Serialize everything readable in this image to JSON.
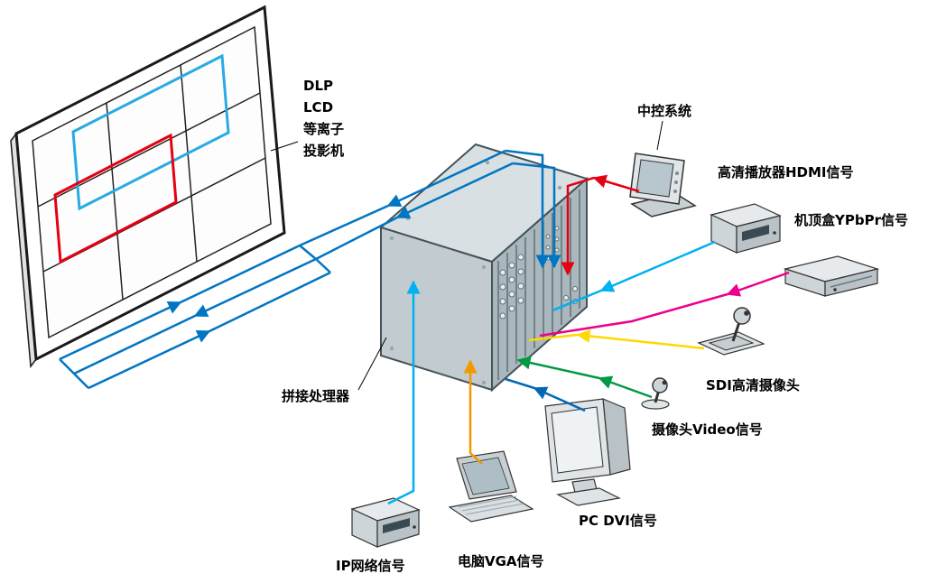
{
  "diagram": {
    "wall": {
      "label_lines": [
        "DLP",
        "LCD",
        "等离子",
        "投影机"
      ]
    },
    "processor": {
      "label": "拼接处理器"
    },
    "devices": {
      "control": {
        "label": "中控系统"
      },
      "hd_player": {
        "label": "高清播放器HDMI信号"
      },
      "stb": {
        "label": "机顶盒YPbPr信号"
      },
      "sdi_camera": {
        "label": "SDI高清摄像头"
      },
      "video_camera": {
        "label": "摄像头Video信号"
      },
      "pc": {
        "label": "PC  DVI信号"
      },
      "laptop": {
        "label": "电脑VGA信号"
      },
      "ip": {
        "label": "IP网络信号"
      }
    },
    "signal_colors": {
      "control": "#e60012",
      "hdmi": "#00b0f0",
      "ypbpr": "#ec008c",
      "sdi": "#ffd800",
      "video": "#009944",
      "dvi": "#0068b7",
      "vga": "#f39800",
      "ip": "#00b0f0",
      "wall_route": "#0075c2",
      "window_blue": "#29abe2",
      "window_red": "#e60012"
    }
  }
}
